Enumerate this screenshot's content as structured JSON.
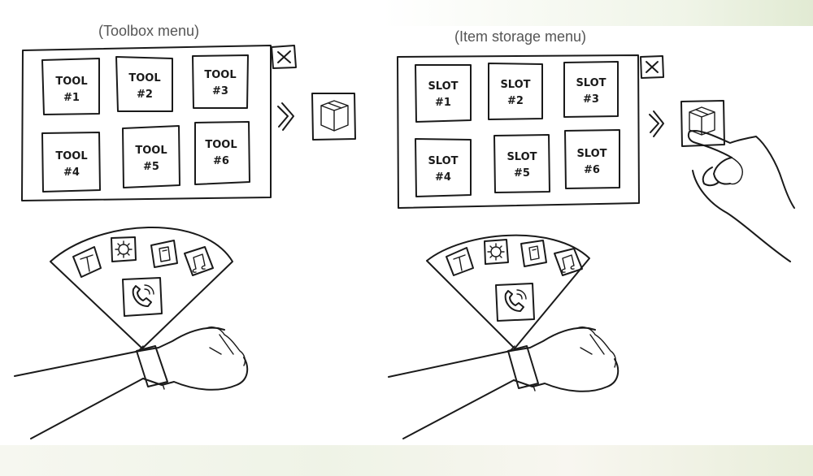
{
  "toolbox": {
    "title": "(Toolbox menu)",
    "slots": [
      {
        "line1": "TOOL",
        "line2": "#1"
      },
      {
        "line1": "TOOL",
        "line2": "#2"
      },
      {
        "line1": "TOOL",
        "line2": "#3"
      },
      {
        "line1": "TOOL",
        "line2": "#4"
      },
      {
        "line1": "TOOL",
        "line2": "#5"
      },
      {
        "line1": "TOOL",
        "line2": "#6"
      }
    ]
  },
  "storage": {
    "title": "(Item storage menu)",
    "slots": [
      {
        "line1": "SLOT",
        "line2": "#1"
      },
      {
        "line1": "SLOT",
        "line2": "#2"
      },
      {
        "line1": "SLOT",
        "line2": "#3"
      },
      {
        "line1": "SLOT",
        "line2": "#4"
      },
      {
        "line1": "SLOT",
        "line2": "#5"
      },
      {
        "line1": "SLOT",
        "line2": "#6"
      }
    ]
  },
  "radial_menu": {
    "icons": [
      "hammer-icon",
      "gear-icon",
      "phone-book-icon",
      "music-note-icon"
    ],
    "center_icon": "phone-call-icon"
  },
  "colors": {
    "ink": "#1a1a1a",
    "title": "#555555"
  }
}
